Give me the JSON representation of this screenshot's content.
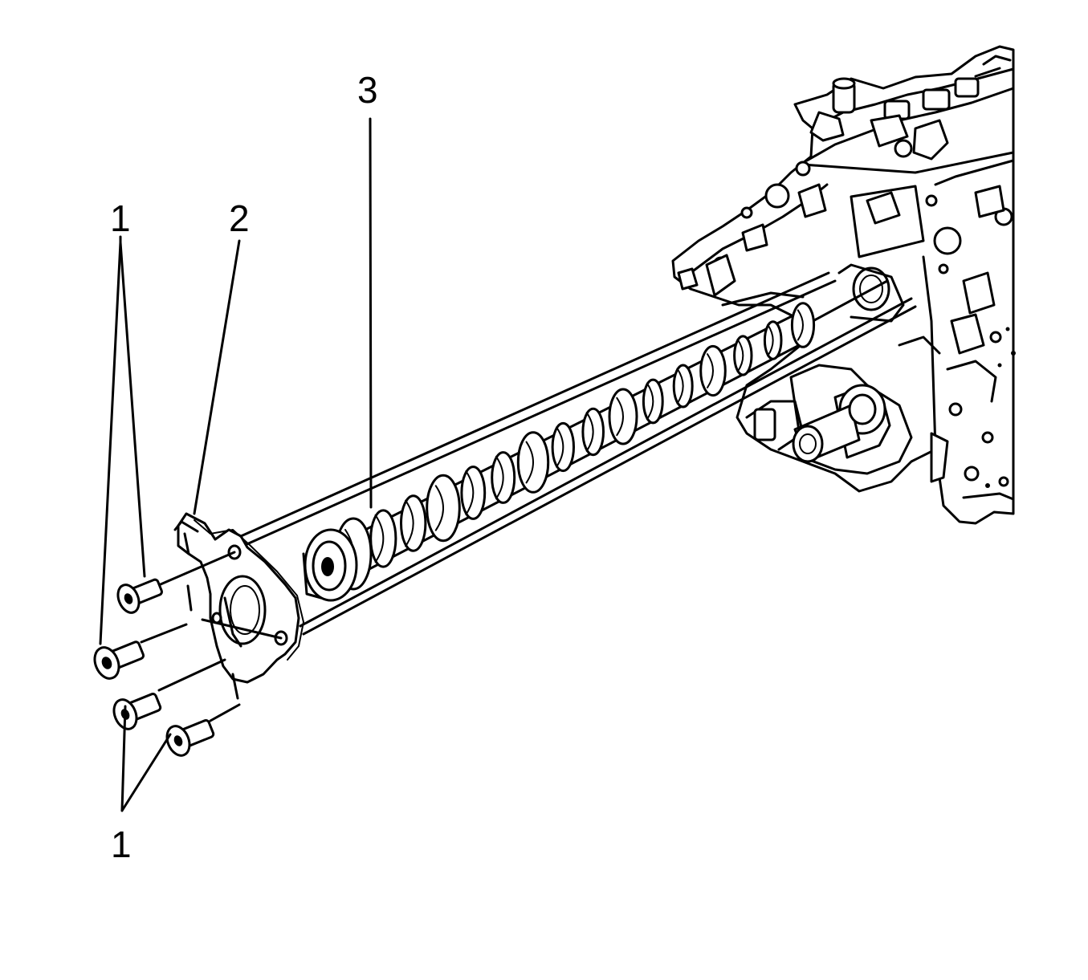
{
  "diagram": {
    "callouts": [
      {
        "id": "bolts-top",
        "label": "1"
      },
      {
        "id": "gasket",
        "label": "2"
      },
      {
        "id": "camshaft",
        "label": "3"
      },
      {
        "id": "bolts-bottom",
        "label": "1"
      }
    ],
    "colors": {
      "ink": "#000000",
      "paper": "#ffffff"
    }
  }
}
